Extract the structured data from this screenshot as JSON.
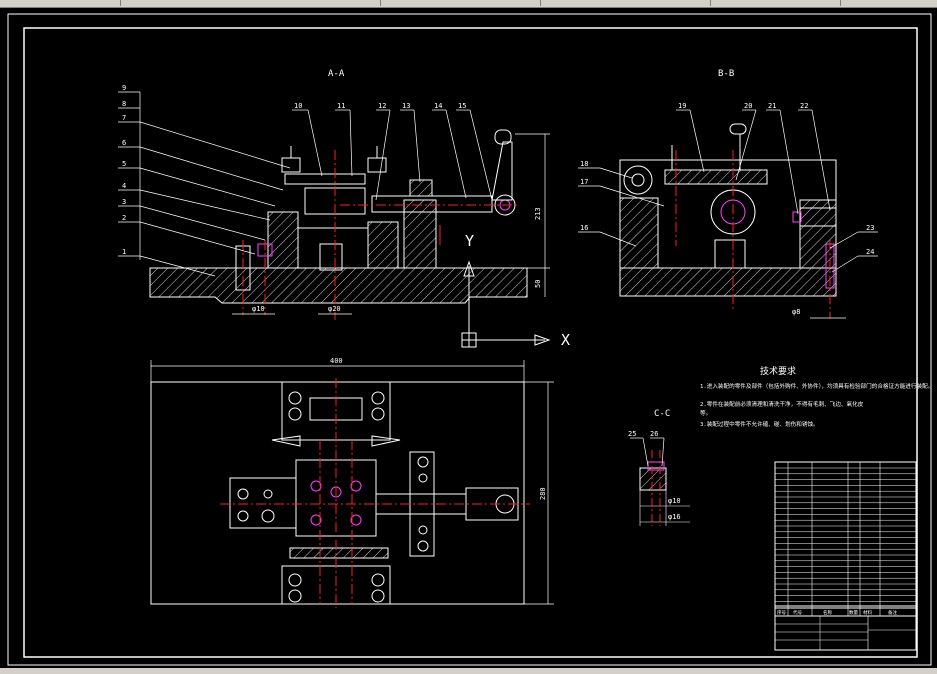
{
  "window": {
    "toolbar_icons": [
      "folder-icon",
      "help-icon"
    ]
  },
  "drawing": {
    "section_aa": "A-A",
    "section_bb": "B-B",
    "section_cc": "C-C",
    "tech_title": "技术要求",
    "tech_items": [
      "1.进入装配的零件及部件（包括外购件、外协件），均须具有检验部门的合格证方能进行装配。",
      "2.零件在装配前必须清理和清洗干净，不得有毛刺、飞边、氧化皮",
      "等。",
      "3.装配过程中零件不允许磕、碰、划伤和锈蚀。"
    ],
    "part_numbers_aa_left": [
      "9",
      "8",
      "7",
      "6",
      "5",
      "4",
      "3",
      "2",
      "1"
    ],
    "part_numbers_aa_top": [
      "10",
      "11",
      "12",
      "13",
      "14",
      "15"
    ],
    "part_numbers_bb_top": [
      "19",
      "20",
      "21",
      "22"
    ],
    "part_numbers_bb_left": [
      "18",
      "17",
      "16"
    ],
    "part_numbers_bb_right": [
      "23",
      "24"
    ],
    "part_numbers_cc": [
      "25",
      "26"
    ],
    "ucs_x": "X",
    "ucs_y": "Y",
    "dim_width": "400",
    "dim_height_aa": "213",
    "dim_base_aa": "50",
    "dim_height_plan": "280",
    "dim_phi_10": "φ10",
    "dim_phi_20": "φ20",
    "dim_phi_8": "φ8",
    "dim_phi_16": "φ16",
    "table_headers": [
      "序号",
      "代号",
      "名称",
      "数量",
      "材料",
      "备注"
    ]
  },
  "colors": {
    "background": "#000000",
    "line": "#ffffff",
    "center_line": "#ff2020",
    "hidden": "#ff4040",
    "accent": "#ff40ff"
  }
}
